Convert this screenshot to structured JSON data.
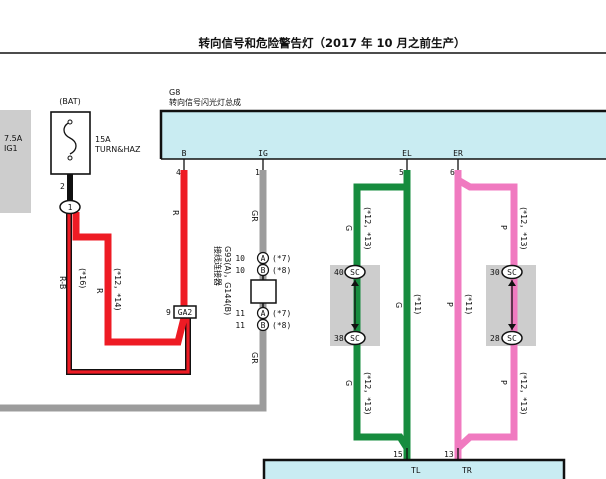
{
  "title": "转向信号和危险警告灯（2017 年 10 月之前生产）",
  "colors": {
    "red": "#ee1b24",
    "gray": "#9c9c9c",
    "green": "#168c3e",
    "pink": "#f07ac0",
    "module_fill": "#c9ecf2",
    "connector_fill": "#cdcdcd"
  },
  "left_fuse": {
    "amp": "7.5A",
    "name": "IG1"
  },
  "fuse": {
    "source": "(BAT)",
    "amp": "15A",
    "name": "TURN&HAZ",
    "pin": "2",
    "node": "1"
  },
  "module": {
    "code": "G8",
    "name": "转向信号闪光灯总成"
  },
  "module_pins": [
    {
      "name": "B",
      "num": "4"
    },
    {
      "name": "IG",
      "num": "1"
    },
    {
      "name": "EL",
      "num": "5"
    },
    {
      "name": "ER",
      "num": "6"
    }
  ],
  "wire_labels": {
    "r_b": "R-B",
    "r16": "(*16)",
    "r_left": "R",
    "r_opt": "(*12，*14)",
    "r_right": "R",
    "gr_top": "GR",
    "gr_bottom": "GR",
    "g_top": "G",
    "g_top_opt": "(*12，*13)",
    "g_mid": "G",
    "g_mid_opt": "(*11)",
    "g_bot": "G",
    "g_bot_opt": "(*12，*13)",
    "p_top": "P",
    "p_top_opt": "(*12，*13)",
    "p_mid": "P",
    "p_mid_opt": "(*11)",
    "p_bot": "P",
    "p_bot_opt": "(*12，*13)"
  },
  "ga2": {
    "pin": "9",
    "label": "GA2"
  },
  "junction": {
    "label": "G93(A)，G144(B)\n接线连接器",
    "rows": [
      {
        "num": "10",
        "letter": "A",
        "opt": "(*7)"
      },
      {
        "num": "10",
        "letter": "B",
        "opt": "(*8)"
      },
      {
        "num": "11",
        "letter": "A",
        "opt": "(*7)"
      },
      {
        "num": "11",
        "letter": "B",
        "opt": "(*8)"
      }
    ]
  },
  "sc_left": {
    "top_num": "40",
    "bot_num": "38",
    "label": "SC"
  },
  "sc_right": {
    "top_num": "30",
    "bot_num": "28",
    "label": "SC"
  },
  "bottom_module": {
    "pins": [
      {
        "name": "TL",
        "num": "15"
      },
      {
        "name": "TR",
        "num": "13"
      }
    ]
  }
}
